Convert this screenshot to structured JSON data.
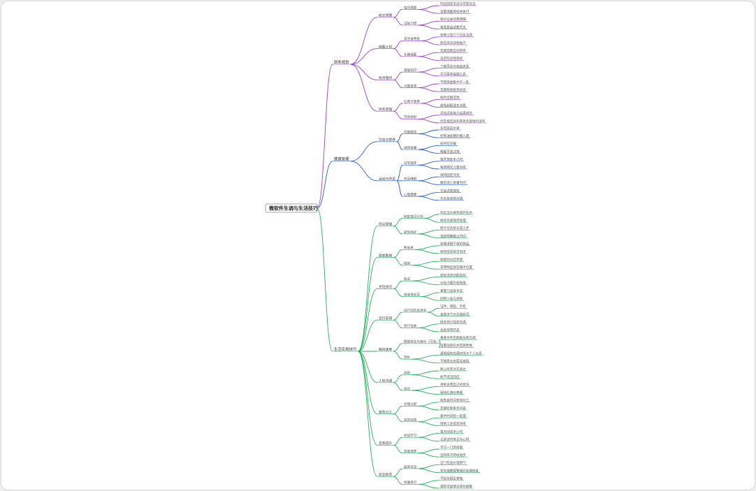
{
  "colors": {
    "branch_a": "#9a3fd6",
    "branch_b": "#2060d8",
    "branch_c": "#22b25a"
  },
  "root": {
    "label": "微软件生调与生活技巧"
  },
  "branches": [
    {
      "label": "财务规划",
      "children": [
        {
          "label": "收支管理",
          "children": [
            {
              "label": "每月预算",
              "children": [
                {
                  "label": "列出固定支出与可变支出"
                },
                {
                  "label": "设置储蓄目标并执行"
                }
              ]
            },
            {
              "label": "记账习惯",
              "children": [
                {
                  "label": "每日记录消费明细"
                },
                {
                  "label": "每周复盘调整开支"
                }
              ]
            }
          ]
        },
        {
          "label": "储蓄计划",
          "children": [
            {
              "label": "紧急备用金",
              "children": [
                {
                  "label": "存够三到六个月生活费"
                },
                {
                  "label": "放在高流动性账户"
                }
              ]
            },
            {
              "label": "长期储蓄",
              "children": [
                {
                  "label": "定期定额自动转存"
                },
                {
                  "label": "设定阶段性目标"
                }
              ]
            }
          ]
        },
        {
          "label": "投资理财",
          "children": [
            {
              "label": "基础知识",
              "children": [
                {
                  "label": "了解风险与收益关系"
                },
                {
                  "label": "学习基本金融工具"
                }
              ]
            },
            {
              "label": "分散投资",
              "children": [
                {
                  "label": "不把资金集中于一处"
                },
                {
                  "label": "定期检视投资组合"
                }
              ]
            }
          ]
        },
        {
          "label": "债务管理",
          "children": [
            {
              "label": "信用卡使用",
              "children": [
                {
                  "label": "按时全额还款"
                },
                {
                  "label": "避免超额透支消费"
                }
              ]
            },
            {
              "label": "贷款规划",
              "children": [
                {
                  "label": "评估还款能力后再借贷"
                },
                {
                  "label": "优先偿还高利率债务避免利滚利"
                }
              ]
            }
          ]
        }
      ]
    },
    {
      "label": "健康管理",
      "children": [
        {
          "label": "饮食与营养",
          "children": [
            {
              "label": "均衡膳食",
              "children": [
                {
                  "label": "多吃蔬菜水果"
                },
                {
                  "label": "控制油盐糖的摄入量"
                }
              ]
            },
            {
              "label": "规律进餐",
              "children": [
                {
                  "label": "按时吃早餐"
                },
                {
                  "label": "晚餐不宜过饱"
                }
              ]
            }
          ]
        },
        {
          "label": "运动与作息",
          "children": [
            {
              "label": "日常锻炼",
              "children": [
                {
                  "label": "每天快走半小时"
                },
                {
                  "label": "每周两次力量训练"
                }
              ]
            },
            {
              "label": "充足睡眠",
              "children": [
                {
                  "label": "保持固定作息"
                },
                {
                  "label": "睡前减少屏幕时间"
                }
              ]
            },
            {
              "label": "心理健康",
              "children": [
                {
                  "label": "学会适度放松"
                },
                {
                  "label": "与亲友保持沟通"
                }
              ]
            }
          ]
        }
      ]
    },
    {
      "label": "生活实用技巧",
      "children": [
        {
          "label": "时间管理",
          "children": [
            {
              "label": "制定每日计划",
              "children": [
                {
                  "label": "列出当天要完成的任务"
                },
                {
                  "label": "按优先级排序处理"
                }
              ]
            },
            {
              "label": "避免拖延",
              "children": [
                {
                  "label": "把大任务拆分成小步"
                },
                {
                  "label": "设定明确截止时间"
                }
              ]
            }
          ]
        },
        {
          "label": "居家整理",
          "children": [
            {
              "label": "断舍离",
              "children": [
                {
                  "label": "定期清理不用的物品"
                },
                {
                  "label": "保持空间简洁有序"
                }
              ]
            },
            {
              "label": "收纳",
              "children": [
                {
                  "label": "按类别分区存放"
                },
                {
                  "label": "常用物品放在顺手位置"
                }
              ]
            }
          ]
        },
        {
          "label": "烹饪技巧",
          "children": [
            {
              "label": "备菜",
              "children": [
                {
                  "label": "提前清洗切配食材"
                },
                {
                  "label": "分装冷藏方便取用"
                }
              ]
            },
            {
              "label": "简单快手菜",
              "children": [
                {
                  "label": "掌握几道拿手菜"
                },
                {
                  "label": "控制火候与调味"
                }
              ]
            }
          ]
        },
        {
          "label": "出行安排",
          "children": [
            {
              "label": "出行前检查清单",
              "children": [
                {
                  "label": "证件、钥匙、手机"
                },
                {
                  "label": "查看天气与交通状况"
                }
              ]
            },
            {
              "label": "旅行准备",
              "children": [
                {
                  "label": "提前预订住宿交通"
                },
                {
                  "label": "准备常用药品"
                }
              ]
            }
          ]
        },
        {
          "label": "数码使用",
          "children": [
            {
              "label": "数据安全与备份（可选）",
              "children": [
                {
                  "label": "重要文件定期备份到云端"
                },
                {
                  "label": "设置强密码并定期更换"
                }
              ]
            },
            {
              "label": "隐私",
              "children": [
                {
                  "label": "谨慎授权应用权限与个人信息"
                },
                {
                  "label": "不随意点击陌生链接"
                }
              ]
            }
          ]
        },
        {
          "label": "人际沟通",
          "children": [
            {
              "label": "倾听",
              "children": [
                {
                  "label": "耐心听完对方表达"
                },
                {
                  "label": "给予适当回应"
                }
              ]
            },
            {
              "label": "表达",
              "children": [
                {
                  "label": "清晰说明自己的想法"
                },
                {
                  "label": "保持礼貌与尊重"
                }
              ]
            }
          ]
        },
        {
          "label": "家务分工",
          "children": [
            {
              "label": "合理分配",
              "children": [
                {
                  "label": "按各自时间安排分工"
                },
                {
                  "label": "定期轮换家务内容"
                }
              ]
            },
            {
              "label": "高效完成",
              "children": [
                {
                  "label": "集中时间统一处理"
                },
                {
                  "label": "借助工具提高效率"
                }
              ]
            }
          ]
        },
        {
          "label": "自我提升",
          "children": [
            {
              "label": "阅读学习",
              "children": [
                {
                  "label": "每天阅读半小时"
                },
                {
                  "label": "记录读书笔记与心得"
                }
              ]
            },
            {
              "label": "技能培养",
              "children": [
                {
                  "label": "学习一门新技能"
                },
                {
                  "label": "坚持练习持续进步"
                }
              ]
            }
          ]
        },
        {
          "label": "安全防范",
          "children": [
            {
              "label": "居家安全",
              "children": [
                {
                  "label": "出门检查水电燃气"
                },
                {
                  "label": "安装烟雾报警器并定期检查"
                }
              ]
            },
            {
              "label": "防骗意识",
              "children": [
                {
                  "label": "不轻信陌生来电"
                },
                {
                  "label": "遇到可疑情况及时报警"
                }
              ]
            }
          ]
        }
      ]
    }
  ]
}
